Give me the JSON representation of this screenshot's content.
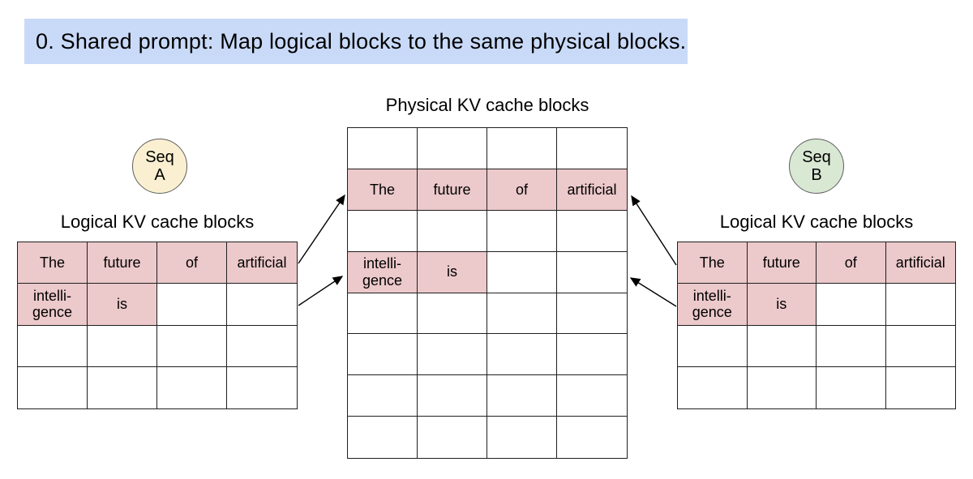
{
  "banner": {
    "text": "0. Shared prompt: Map logical blocks to the same physical blocks."
  },
  "physical": {
    "title": "Physical KV cache blocks",
    "rows": [
      [
        "",
        "",
        "",
        ""
      ],
      [
        "The",
        "future",
        "of",
        "artificial"
      ],
      [
        "",
        "",
        "",
        ""
      ],
      [
        "intelli-\ngence",
        "is",
        "",
        ""
      ],
      [
        "",
        "",
        "",
        ""
      ],
      [
        "",
        "",
        "",
        ""
      ],
      [
        "",
        "",
        "",
        ""
      ],
      [
        "",
        "",
        "",
        ""
      ]
    ]
  },
  "seq_a": {
    "badge": [
      "Seq",
      "A"
    ],
    "table_title": "Logical KV cache blocks",
    "rows": [
      [
        "The",
        "future",
        "of",
        "artificial"
      ],
      [
        "intelli-\ngence",
        "is",
        "",
        ""
      ],
      [
        "",
        "",
        "",
        ""
      ],
      [
        "",
        "",
        "",
        ""
      ]
    ]
  },
  "seq_b": {
    "badge": [
      "Seq",
      "B"
    ],
    "table_title": "Logical KV cache blocks",
    "rows": [
      [
        "The",
        "future",
        "of",
        "artificial"
      ],
      [
        "intelli-\ngence",
        "is",
        "",
        ""
      ],
      [
        "",
        "",
        "",
        ""
      ],
      [
        "",
        "",
        "",
        ""
      ]
    ]
  },
  "mappings": [
    {
      "from": "seq-a-logical-block-0",
      "to": "physical-block-1"
    },
    {
      "from": "seq-a-logical-block-1",
      "to": "physical-block-3"
    },
    {
      "from": "seq-b-logical-block-0",
      "to": "physical-block-1"
    },
    {
      "from": "seq-b-logical-block-1",
      "to": "physical-block-3"
    }
  ],
  "colors": {
    "banner_bg": "#c9daf8",
    "filled_cell": "#ecc9cb",
    "seq_a_fill": "#faf0d1",
    "seq_b_fill": "#d9e8d3",
    "table_border": "#1f1f1f",
    "arrow": "#000000"
  }
}
